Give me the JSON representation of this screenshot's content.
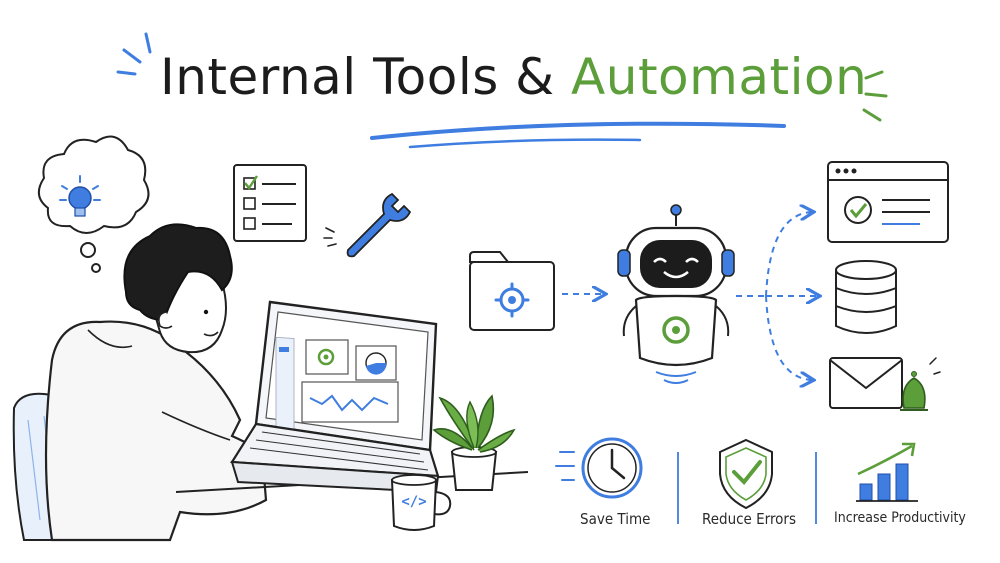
{
  "title": {
    "prefix": "Internal Tools & ",
    "accent": "Automation"
  },
  "mug": {
    "code_glyph": "</>"
  },
  "outputs": [
    "dashboard-window",
    "database",
    "email-notification"
  ],
  "benefits": [
    {
      "label": "Save Time",
      "icon": "clock-icon"
    },
    {
      "label": "Reduce Errors",
      "icon": "shield-check-icon"
    },
    {
      "label": "Increase Productivity",
      "icon": "bar-growth-icon"
    }
  ],
  "colors": {
    "ink": "#1c1c1c",
    "blue": "#3f7ee0",
    "green": "#5b9e3a",
    "light_blue": "#d5e4f7"
  }
}
